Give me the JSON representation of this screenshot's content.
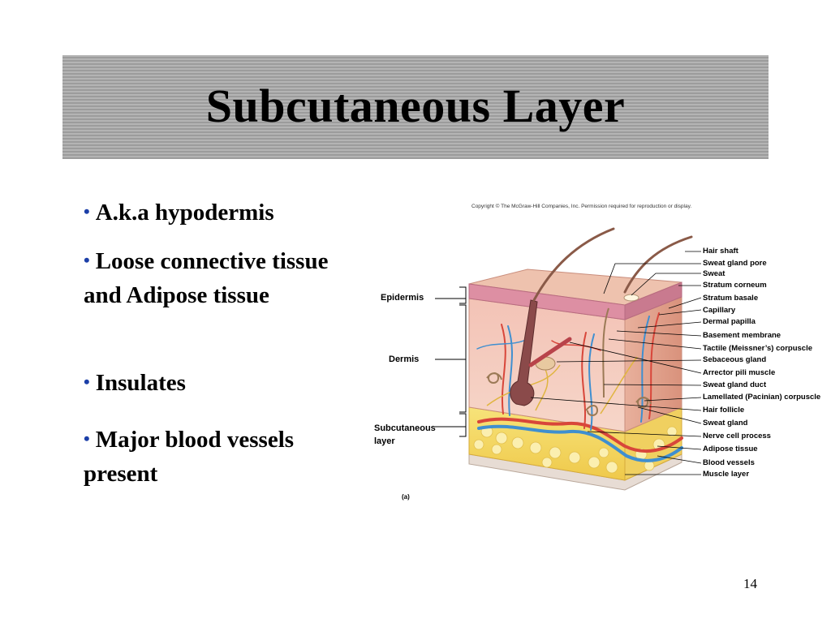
{
  "slide": {
    "title": "Subcutaneous Layer",
    "page_number": "14",
    "bullets": [
      "A.k.a hypodermis",
      "Loose connective tissue and Adipose tissue",
      "Insulates",
      "Major blood vessels present"
    ]
  },
  "figure": {
    "copyright": "Copyright © The McGraw-Hill Companies, Inc. Permission required for reproduction or display.",
    "panel_label": "(a)",
    "left_labels": {
      "epidermis": "Epidermis",
      "dermis": "Dermis",
      "subcutaneous_line1": "Subcutaneous",
      "subcutaneous_line2": "layer"
    },
    "right_labels": [
      "Hair shaft",
      "Sweat gland pore",
      "Sweat",
      "Stratum corneum",
      "Stratum basale",
      "Capillary",
      "Dermal papilla",
      "Basement membrane",
      "Tactile (Meissner’s) corpuscle",
      "Sebaceous gland",
      "Arrector pili muscle",
      "Sweat gland duct",
      "Lamellated (Pacinian) corpuscle",
      "Hair follicle",
      "Sweat gland",
      "Nerve cell process",
      "Adipose tissue",
      "Blood vessels",
      "Muscle layer"
    ]
  }
}
